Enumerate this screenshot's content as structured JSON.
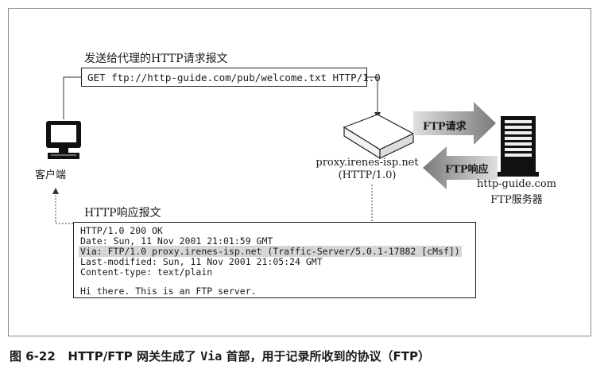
{
  "request": {
    "label": "发送给代理的HTTP请求报文",
    "line": "GET ftp://http-guide.com/pub/welcome.txt HTTP/1.0"
  },
  "client": {
    "label": "客户端"
  },
  "proxy": {
    "host": "proxy.irenes-isp.net",
    "version": "(HTTP/1.0)"
  },
  "server": {
    "host": "http-guide.com",
    "name": "FTP服务器"
  },
  "ftp_request_label": "FTP请求",
  "ftp_response_label": "FTP响应",
  "response": {
    "label": "HTTP响应报文",
    "lines": [
      "HTTP/1.0 200 OK",
      "Date: Sun, 11 Nov 2001 21:01:59 GMT",
      "Via: FTP/1.0 proxy.irenes-isp.net (Traffic-Server/5.0.1-17882 [cMsf])",
      "Last-modified: Sun, 11 Nov 2001 21:05:24 GMT",
      "Content-type: text/plain",
      "",
      "Hi there. This is an FTP server."
    ]
  },
  "caption": {
    "prefix": "图 6-22   HTTP/FTP 网关生成了 ",
    "code": "Via",
    "suffix": " 首部，用于记录所收到的协议（FTP）"
  }
}
